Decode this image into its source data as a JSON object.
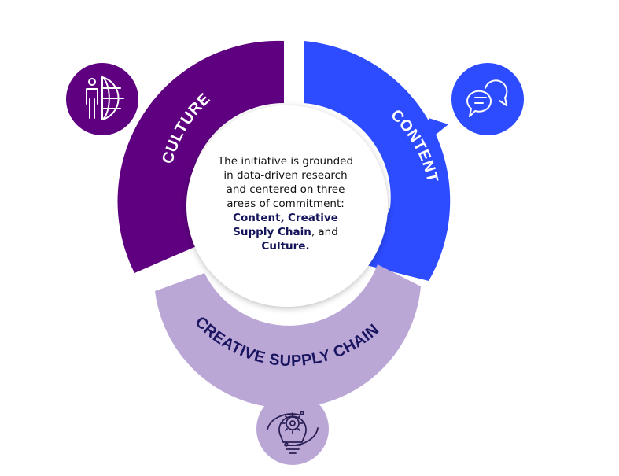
{
  "segments": {
    "culture": {
      "label": "CULTURE",
      "color": "#5e0080",
      "icon": "person-globe-icon"
    },
    "content": {
      "label": "CONTENT",
      "color": "#2d4bff",
      "icon": "chat-bubbles-icon"
    },
    "supply_chain": {
      "label": "CREATIVE SUPPLY CHAIN",
      "color": "#bba7d6",
      "text_color": "#1a1560",
      "icon": "lightbulb-gear-icon"
    }
  },
  "center": {
    "intro": "The initiative is grounded in data-driven research and centered on three areas of commitment: ",
    "term1": "Content,",
    "term2": "Creative Supply Chain",
    "sep": ", and ",
    "term3": "Culture."
  }
}
